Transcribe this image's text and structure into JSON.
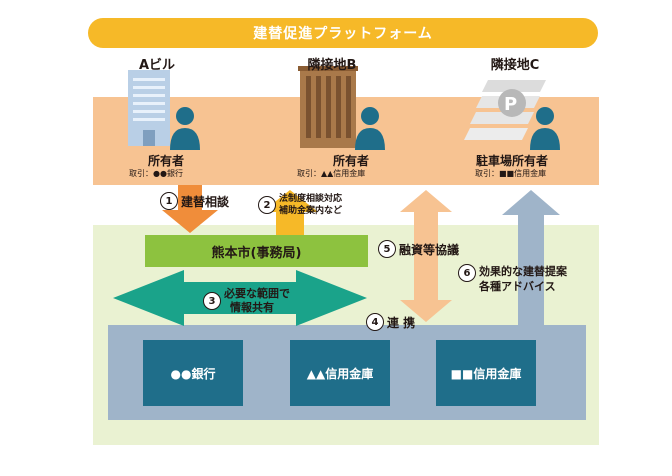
{
  "banner": "建替促進プラットフォーム",
  "owners": [
    {
      "heading": "Aビル",
      "label": "所有者",
      "bank": "取引：●●銀行"
    },
    {
      "heading": "隣接地B",
      "label": "所有者",
      "bank": "取引：▲▲信用金庫"
    },
    {
      "heading": "隣接地C",
      "label": "駐車場所有者",
      "bank": "取引：■■信用金庫"
    }
  ],
  "parking_sign": "P",
  "city": "熊本市(事務局)",
  "steps": {
    "s1": {
      "num": "1",
      "text": "建替相談"
    },
    "s2": {
      "num": "2",
      "line1": "法制度相談対応",
      "line2": "補助金案内など"
    },
    "s3": {
      "num": "3",
      "line1": "必要な範囲で",
      "line2": "情報共有"
    },
    "s4": {
      "num": "4",
      "text": "連 携"
    },
    "s5": {
      "num": "5",
      "text": "融資等協議"
    },
    "s6": {
      "num": "6",
      "line1": "効果的な建替提案",
      "line2": "各種アドバイス"
    }
  },
  "banks": [
    "●●銀行",
    "▲▲信用金庫",
    "■■信用金庫"
  ],
  "colors": {
    "banner": "#f6b928",
    "orange_band": "#f7c392",
    "green_band": "#eaf2d2",
    "blue_band": "#9fb4c9",
    "city": "#8dc23f",
    "bank": "#1f6e8a",
    "teal_arrow": "#1aa38a"
  }
}
